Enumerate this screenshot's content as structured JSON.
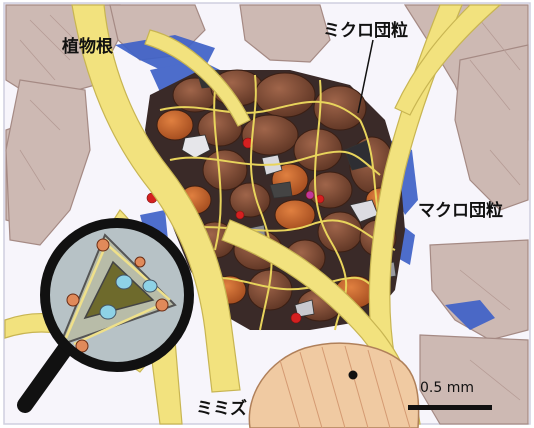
{
  "labels": {
    "roots": "植物根",
    "micro": "ミクロ団粒",
    "macro": "マクロ団粒",
    "earthworm": "ミミズ"
  },
  "scale_bar": {
    "label": "0.5 mm"
  },
  "colors": {
    "frame_background": "#f7f5fb",
    "mineral_grain": "#cbb7b0",
    "pore_water": "#3f62c8",
    "root": "#f2e27e",
    "aggregate": "#7a4a32",
    "earthworm": "#f0caa2",
    "magnifier_ring": "#111111",
    "magnifier_lens": "#b7c2c6"
  },
  "icons": {
    "magnifier": "magnifying-glass-icon"
  }
}
